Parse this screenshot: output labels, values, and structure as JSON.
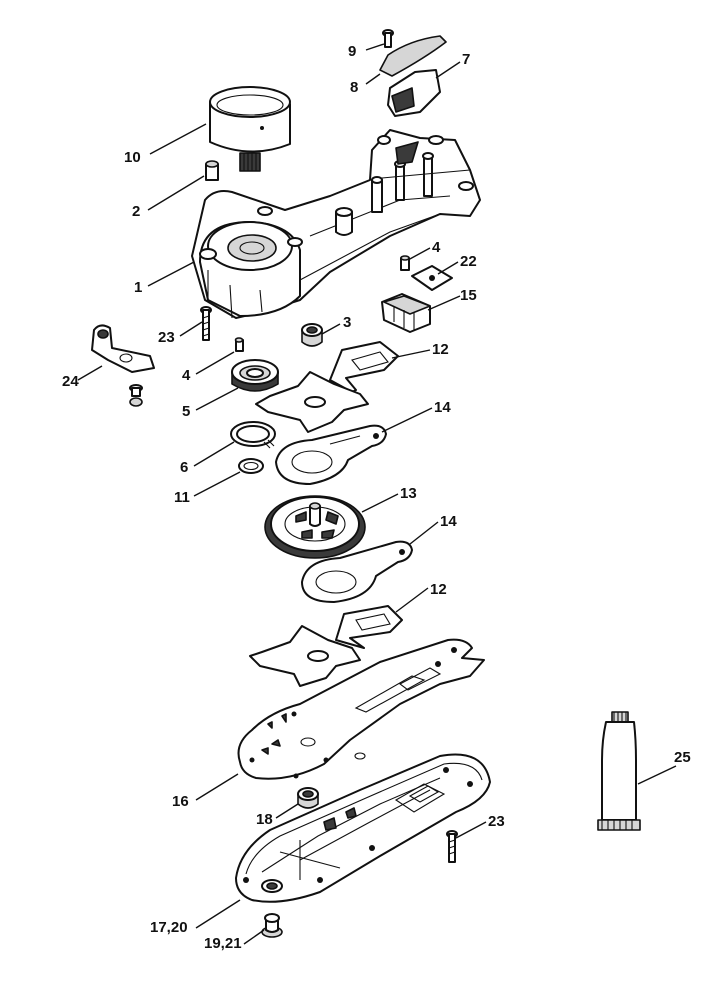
{
  "labels": {
    "l1": "1",
    "l2": "2",
    "l3": "3",
    "l4a": "4",
    "l4b": "4",
    "l5": "5",
    "l6": "6",
    "l7": "7",
    "l8": "8",
    "l9": "9",
    "l10": "10",
    "l11": "11",
    "l12a": "12",
    "l12b": "12",
    "l13": "13",
    "l14a": "14",
    "l14b": "14",
    "l15": "15",
    "l16": "16",
    "l1720": "17,20",
    "l18": "18",
    "l1921": "19,21",
    "l22": "22",
    "l23a": "23",
    "l23b": "23",
    "l24": "24",
    "l25": "25"
  }
}
